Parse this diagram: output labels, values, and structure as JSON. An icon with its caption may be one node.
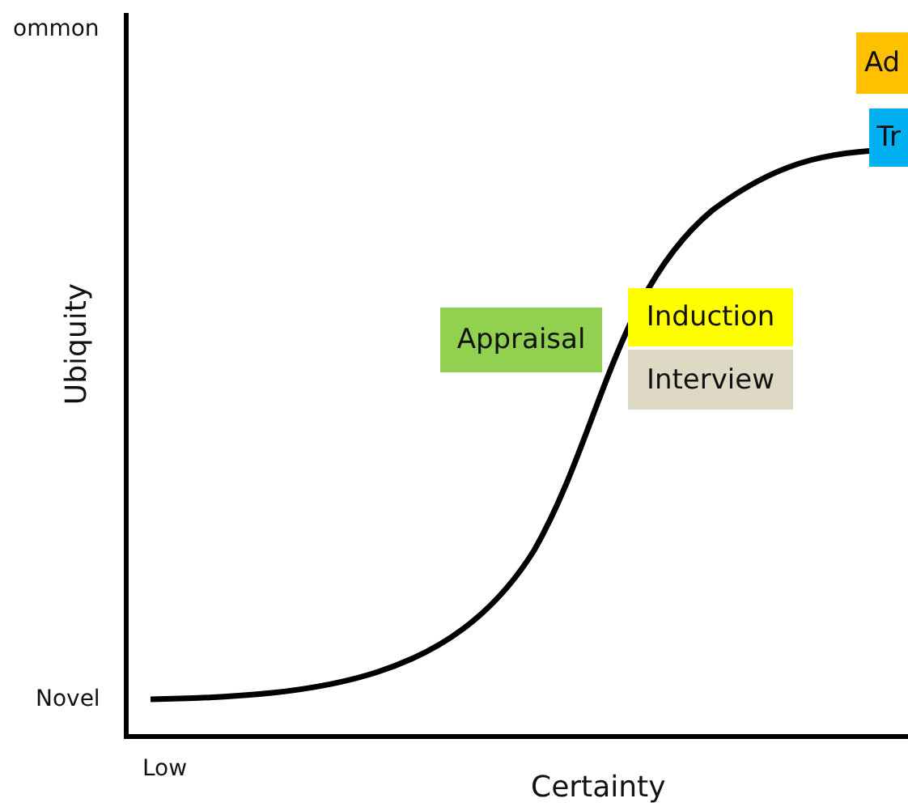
{
  "diagram": {
    "nodes": [
      {
        "text": [
          "Appraisal"
        ]
      },
      {
        "text": [
          "Induction"
        ]
      },
      {
        "text": [
          "Interview"
        ]
      },
      {
        "text": [
          "Ad"
        ]
      },
      {
        "text": [
          "Tr"
        ]
      }
    ],
    "labels": [
      "ommon",
      "Ubiquity",
      "Novel",
      "Low",
      "Certainty"
    ]
  }
}
